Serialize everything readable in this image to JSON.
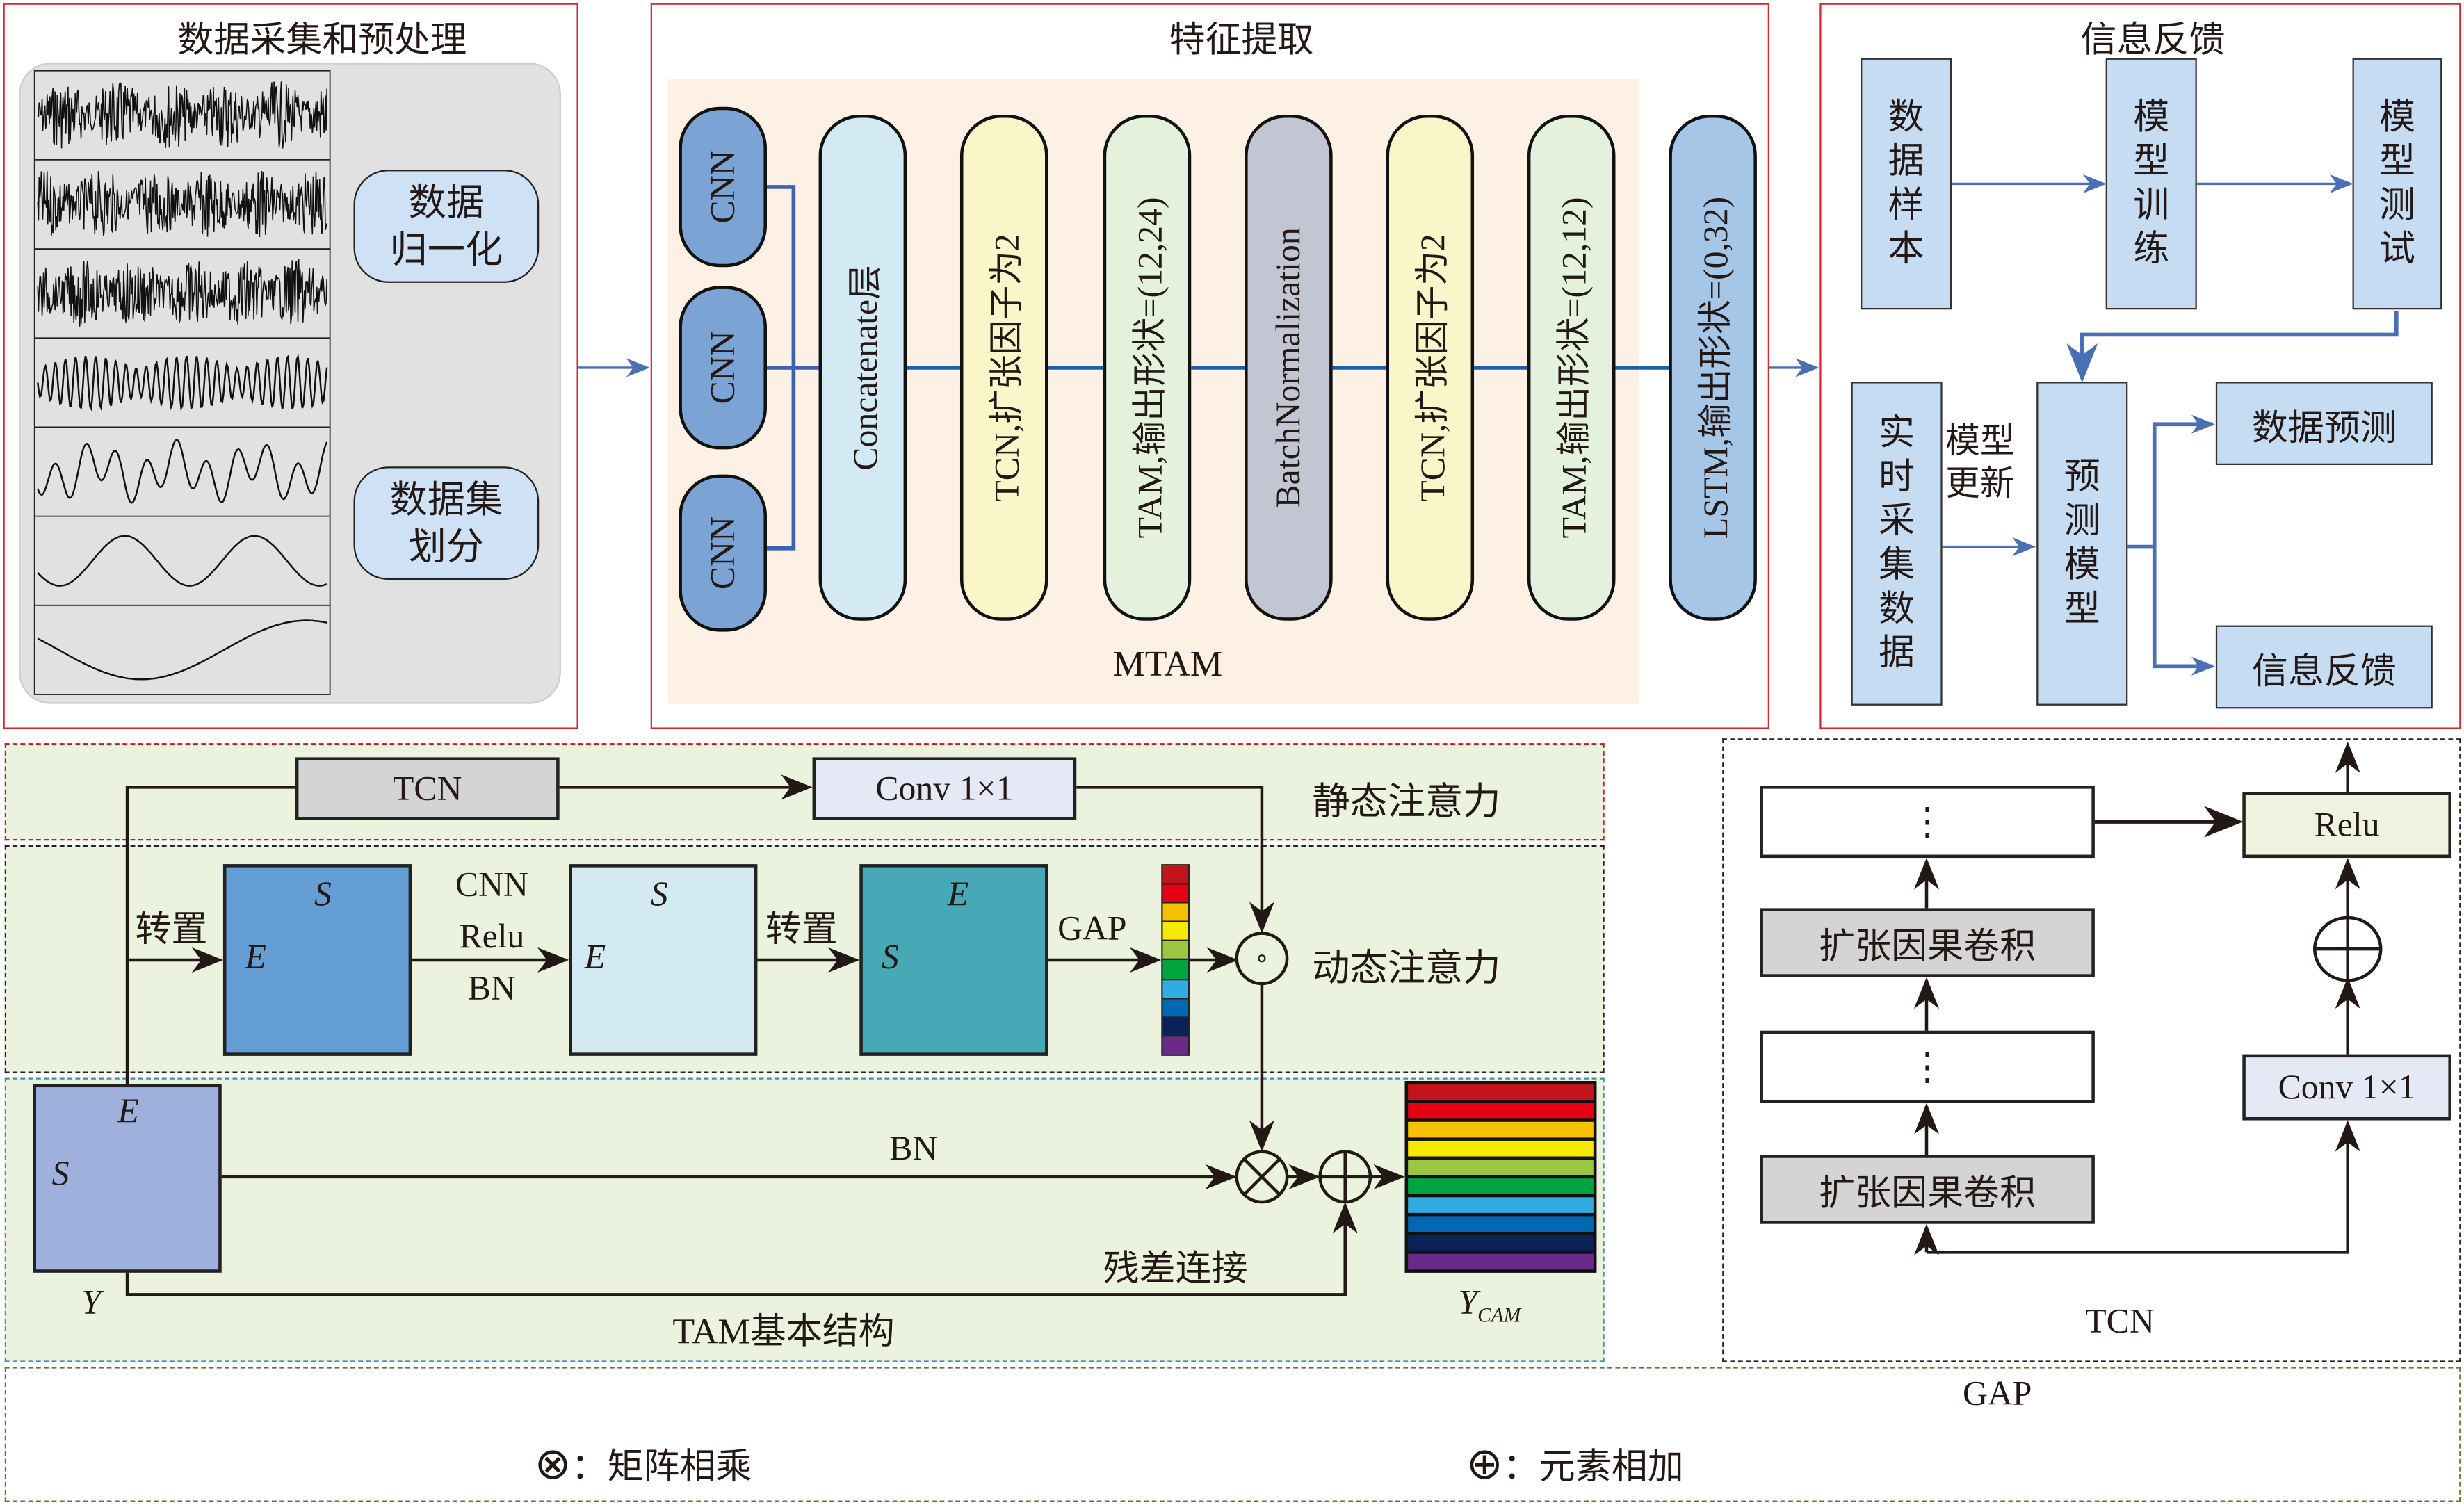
{
  "panels": {
    "preprocess": {
      "title": "数据采集和预处理",
      "buttons": [
        {
          "line1": "数据",
          "line2": "归一化"
        },
        {
          "line1": "数据集",
          "line2": "划分"
        }
      ],
      "signal_count": 7
    },
    "feature": {
      "title": "特征提取",
      "cnn_label": "CNN",
      "layers": [
        {
          "label": "Concatenate层",
          "color": "#d3eaf4"
        },
        {
          "label": "TCN,扩张因子为2",
          "color": "#fbf6c9"
        },
        {
          "label": "TAM,输出形状=(12,24)",
          "color": "#e4f1dc"
        },
        {
          "label": "BatchNormalization",
          "color": "#c2c6d3"
        },
        {
          "label": "TCN,扩张因子为2",
          "color": "#fbf6c9"
        },
        {
          "label": "TAM,输出形状=(12,12)",
          "color": "#e4f1dc"
        },
        {
          "label": "LSTM,输出形状=(0,32)",
          "color": "#a6c6e8"
        }
      ],
      "group_label": "MTAM"
    },
    "feedback": {
      "title": "信息反馈",
      "top_boxes": [
        "数据样本",
        "模型训练",
        "模型测试"
      ],
      "realtime": "实时采集数据",
      "update_label": {
        "line1": "模型",
        "line2": "更新"
      },
      "model": "预测模型",
      "outputs": [
        "数据预测",
        "信息反馈"
      ]
    }
  },
  "tam": {
    "static": {
      "tcn": "TCN",
      "conv": "Conv 1×1",
      "label": "静态注意力"
    },
    "dynamic": {
      "transpose1": "转置",
      "ops": [
        "CNN",
        "Relu",
        "BN"
      ],
      "transpose2": "转置",
      "gap": "GAP",
      "label": "动态注意力",
      "box1": {
        "top": "S",
        "left": "E"
      },
      "box2": {
        "top": "S",
        "left": "E"
      },
      "box3": {
        "top": "E",
        "left": "S"
      },
      "odot": "⊙"
    },
    "basic": {
      "y_box": {
        "top": "E",
        "left": "S",
        "below": "Y"
      },
      "bn": "BN",
      "residual": "残差连接",
      "title": "TAM基本结构",
      "out_label": "Y",
      "out_sub": "CAM"
    },
    "stripe_colors": [
      "#c3141c",
      "#e60012",
      "#f6c200",
      "#f5e900",
      "#9cc741",
      "#00a541",
      "#32abe3",
      "#0068b3",
      "#0c2159",
      "#6a2a8a"
    ]
  },
  "tcn": {
    "blocks": [
      "⋮",
      "扩张因果卷积",
      "⋮",
      "扩张因果卷积"
    ],
    "relu": "Relu",
    "conv": "Conv 1×1",
    "title": "TCN"
  },
  "legend": {
    "gap": "GAP",
    "items": [
      {
        "symbol": "⊗",
        "sep": "：",
        "text": "矩阵相乘"
      },
      {
        "symbol": "⊕",
        "sep": "：",
        "text": "元素相加"
      }
    ]
  }
}
